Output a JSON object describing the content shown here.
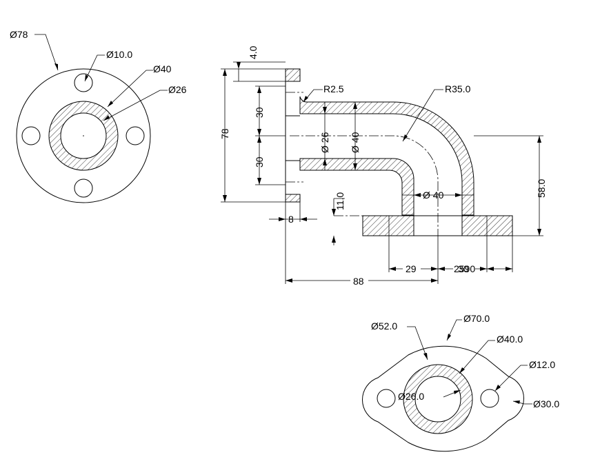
{
  "front_flange": {
    "outer_dia": "Ø78",
    "hole_dia": "Ø10.0",
    "pipe_outer_dia": "Ø40",
    "pipe_inner_dia": "Ø26"
  },
  "elbow_section": {
    "flange_thickness": "4.0",
    "fillet_radius": "R2.5",
    "bend_radius": "R35.0",
    "overall_height": "78",
    "upper_offset": "30",
    "lower_offset": "30",
    "inner_dia": "Ø 26",
    "outer_dia": "Ø 40",
    "outlet_dia": "Ø 40",
    "boss_height": "11.0",
    "flange_width": "8",
    "vertical_drop": "58.0",
    "horizontal_offset": "29",
    "overlapping_label": "2590",
    "right_offset": "30",
    "overall_length": "88"
  },
  "oval_flange": {
    "boss_dia": "Ø52.0",
    "outer_dia": "Ø70.0",
    "pipe_outer_dia": "Ø40.0",
    "hole_dia": "Ø12.0",
    "pipe_inner_dia": "Ø26.0",
    "end_radius": "Ø30.0"
  }
}
